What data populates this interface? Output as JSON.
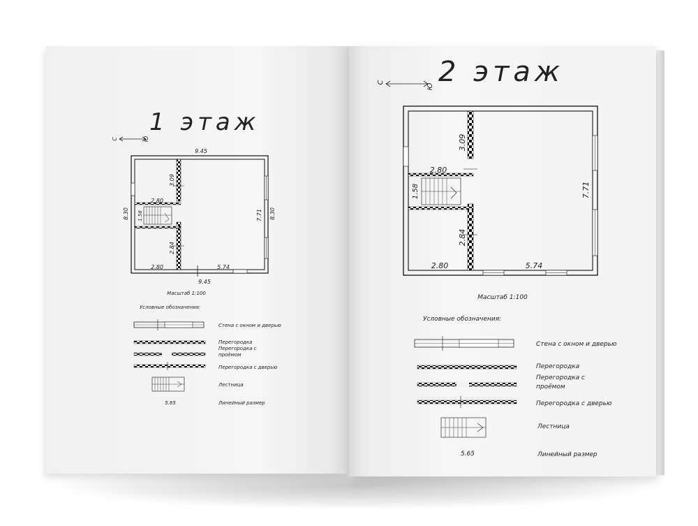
{
  "left_page": {
    "title": "1 этаж",
    "compass": {
      "north": "С",
      "south": "Ю"
    },
    "dims": {
      "top_total": "9.45",
      "bottom_total": "9.45",
      "left_height": "8.30",
      "right_height": "8.30",
      "inner_right": "7.71",
      "partition_upper": "3.09",
      "partition_lower": "2.84",
      "stair_width": "2.80",
      "stair_height": "1.58",
      "room_bottom_left": "2.80",
      "room_bottom_right": "5.74"
    },
    "scale": "Масштаб 1:100",
    "legend_title": "Условные обозначения:",
    "legend": {
      "wall": "Стена с окном и дверью",
      "partition": "Перегородка",
      "partition_opening": "Перегородка с проёмом",
      "partition_door": "Перегородка с дверью",
      "stairs": "Лестница",
      "dimension": "Линейный размер",
      "dimension_sample": "5.65"
    }
  },
  "right_page": {
    "title": "2 этаж",
    "compass": {
      "north": "С",
      "south": "Ю"
    },
    "dims": {
      "inner_right": "7.71",
      "partition_upper": "3.09",
      "partition_lower": "2.84",
      "stair_width": "2.80",
      "stair_height": "1.58",
      "room_bottom_left": "2.80",
      "room_bottom_right": "5.74"
    },
    "scale": "Масштаб 1:100",
    "legend_title": "Условные обозначения:",
    "legend": {
      "wall": "Стена с окном и дверью",
      "partition": "Перегородка",
      "partition_opening_1": "Перегородка с",
      "partition_opening_2": "проёмом",
      "partition_door": "Перегородка с дверью",
      "stairs": "Лестница",
      "dimension": "Линейный размер",
      "dimension_sample": "5.65"
    }
  }
}
